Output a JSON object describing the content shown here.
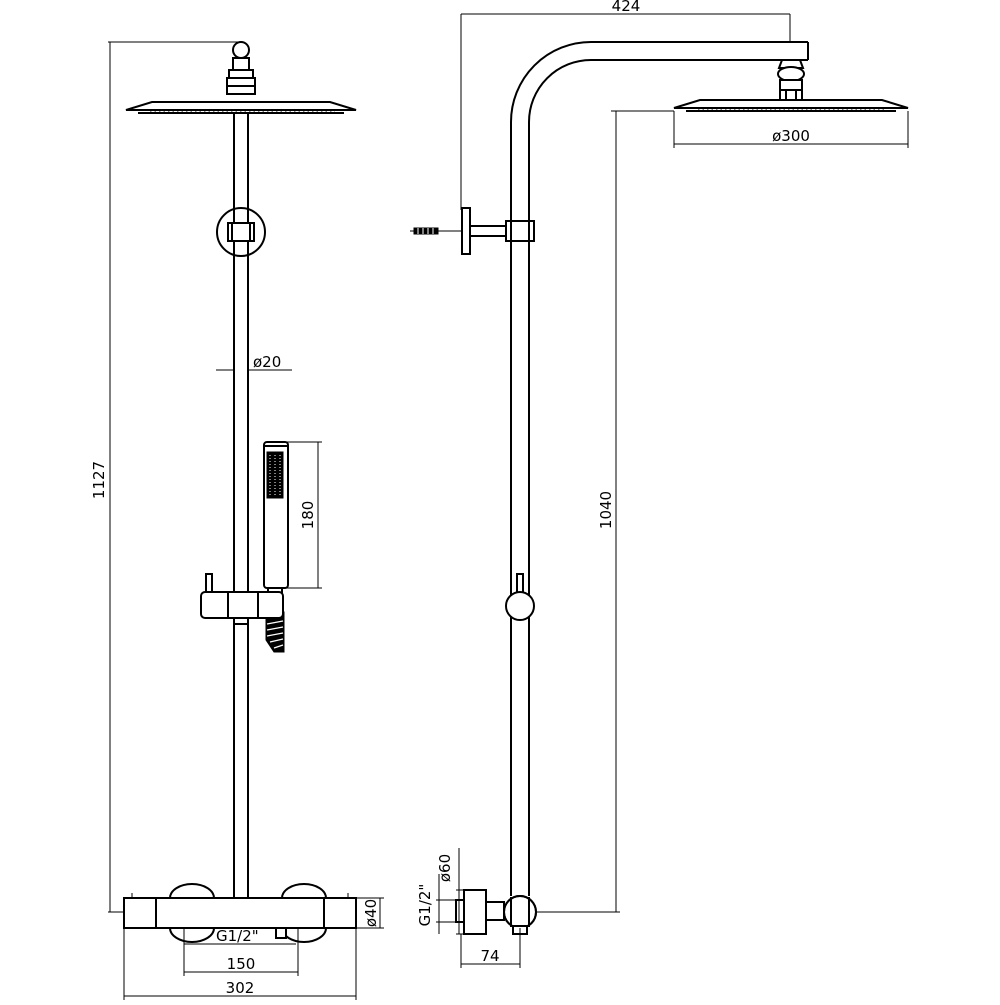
{
  "dimensions": {
    "total_height": "1127",
    "arm_length": "424",
    "head_diameter": "ø300",
    "rail_diameter": "ø20",
    "handshower_length": "180",
    "rail_height": "1040",
    "body_diameter": "ø40",
    "connection_thread_front": "G1/2\"",
    "connection_spacing": "150",
    "mixer_width": "302",
    "flange_diameter": "ø60",
    "connection_thread_side": "G1/2\"",
    "wall_offset": "74"
  }
}
